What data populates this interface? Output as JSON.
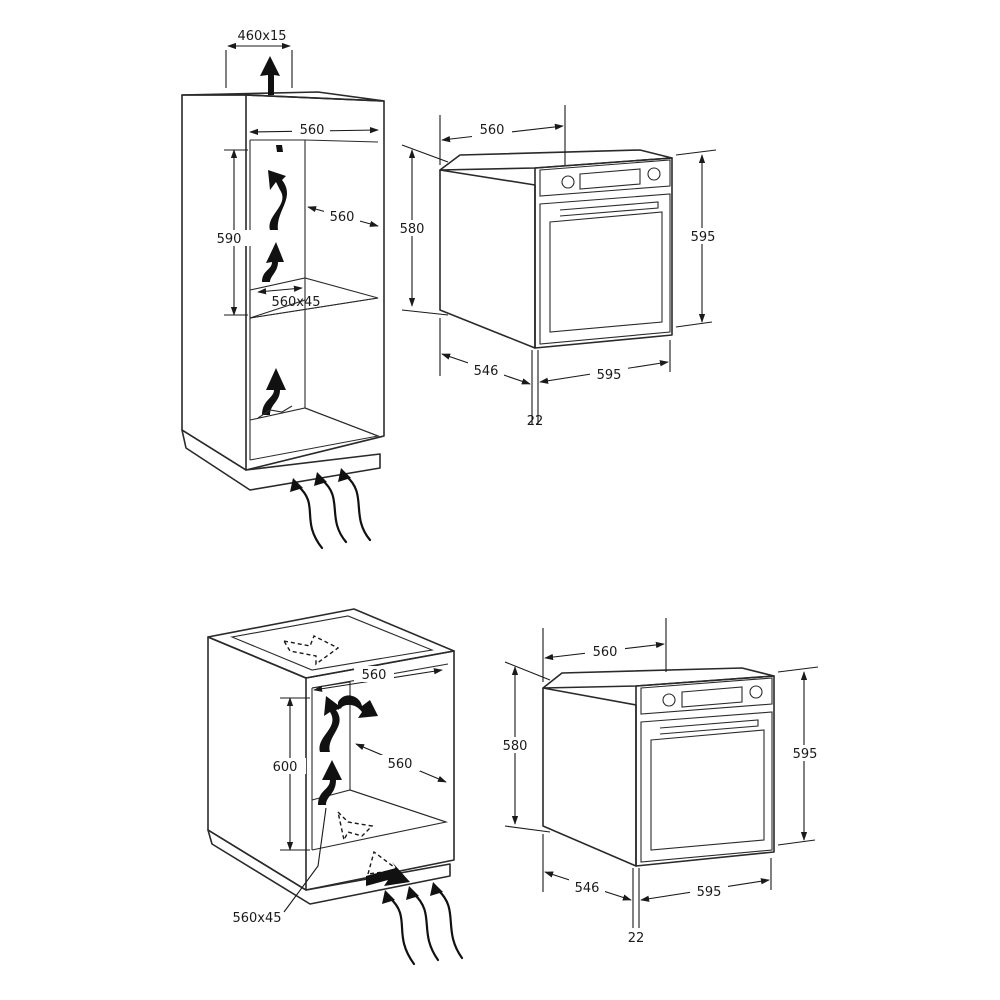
{
  "colors": {
    "line": "#2a2a2a",
    "arrow": "#111111",
    "background": "#ffffff"
  },
  "top_section": {
    "cabinet_tall": {
      "top_vent": "460x15",
      "inner_width": "560",
      "niche_height": "590",
      "inner_depth": "560",
      "shelf_vent": "560x45"
    },
    "oven": {
      "width": "560",
      "body_height": "580",
      "front_height": "595",
      "depth": "546",
      "front_width": "595",
      "door_thickness": "22"
    }
  },
  "bottom_section": {
    "cabinet_under": {
      "inner_width": "560",
      "niche_height": "600",
      "inner_depth": "560",
      "floor_vent": "560x45"
    },
    "oven": {
      "width": "560",
      "body_height": "580",
      "front_height": "595",
      "depth": "546",
      "front_width": "595",
      "door_thickness": "22"
    }
  }
}
